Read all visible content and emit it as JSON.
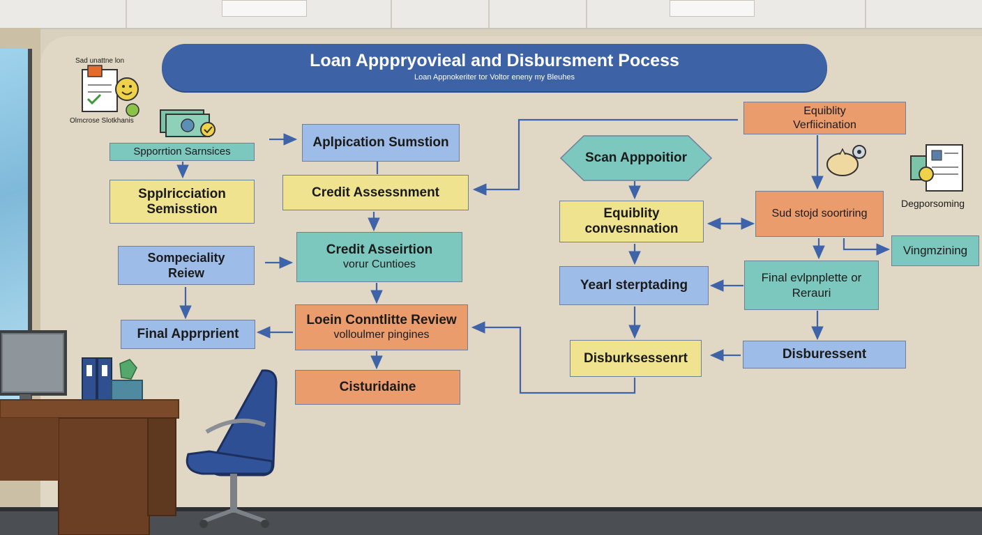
{
  "title": "Loan Apppryovieal and Disbursment Pocess",
  "subtitle": "Loan Appnokeriter tor Voltor eneny my Bleuhes",
  "icon_labels": {
    "top_left_top": "Sad unattne lon",
    "top_left_bottom": "Olmcrose Slotkhanis",
    "right_icon": "Degporsoming"
  },
  "nodes": {
    "n1": "Spporrtion  Sarnsices",
    "n2": "Spplricciation Semisstion",
    "n3": "Sompeciality Reiew",
    "n4": "Final Apprprient",
    "n5": "Aplpication Sumstion",
    "n6": "Credit Assessnment",
    "n7_title": "Credit Asseirtion",
    "n7_sub": "vorur Cuntioes",
    "n8_title": "Loein Conntlitte Review",
    "n8_sub": "volloulmer pingines",
    "n9": "Cisturidaine",
    "n10": "Scan Apppoitior",
    "n11": "Equiblity convesnnation",
    "n12": "Yearl sterptading",
    "n13": "Disburksessenrt",
    "n14": "Equiblity Verfiicination",
    "n15": "Sud stojd soortiring",
    "n16": "Vingmzining",
    "n17": "Final evlpnplette or Rerauri",
    "n18": "Disburessent"
  },
  "colors": {
    "title_bg": "#3d63a6",
    "arrow": "#3f63a8",
    "blue": "#9dbde8",
    "yellow": "#f0e38f",
    "teal": "#7dc8be",
    "orange": "#eb9c6c"
  }
}
